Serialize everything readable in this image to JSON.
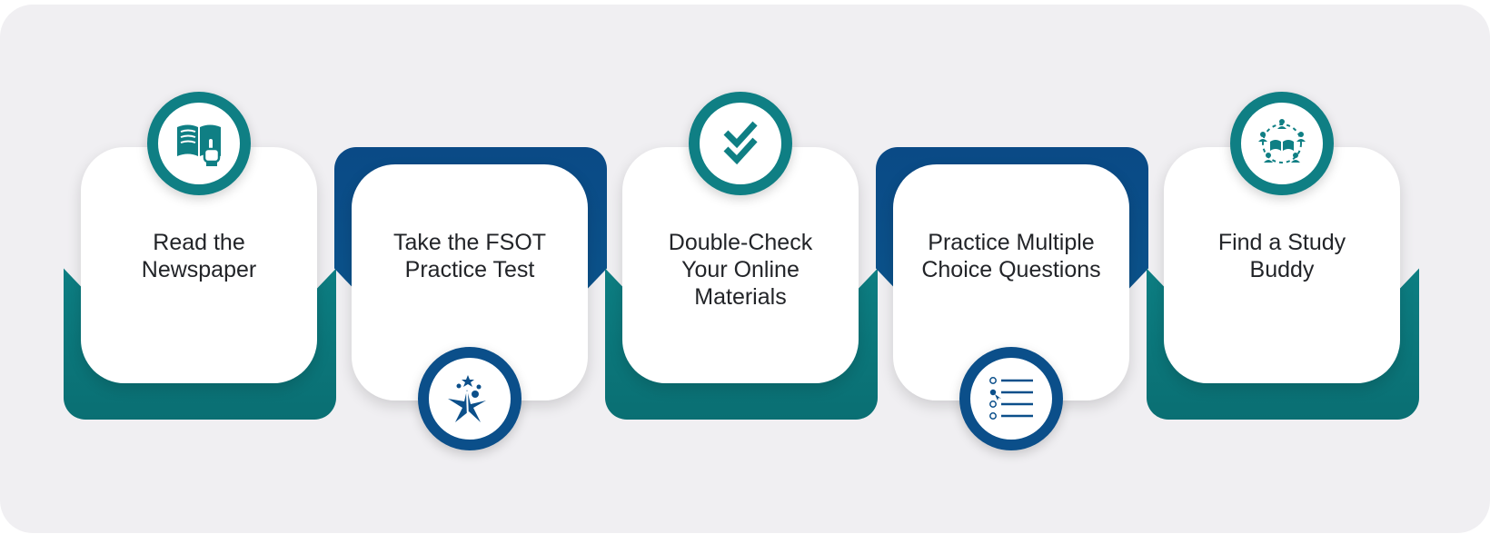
{
  "steps": [
    {
      "label_line1": "Read the",
      "label_line2": "Newspaper",
      "label_line3": "",
      "icon": "open-book-hand-icon",
      "theme": "teal"
    },
    {
      "label_line1": "Take the FSOT",
      "label_line2": "Practice Test",
      "label_line3": "",
      "icon": "star-person-icon",
      "theme": "navy"
    },
    {
      "label_line1": "Double-Check",
      "label_line2": "Your Online",
      "label_line3": "Materials",
      "icon": "double-check-icon",
      "theme": "teal"
    },
    {
      "label_line1": "Practice Multiple",
      "label_line2": "Choice Questions",
      "label_line3": "",
      "icon": "multiple-choice-list-icon",
      "theme": "navy"
    },
    {
      "label_line1": "Find a Study",
      "label_line2": "Buddy",
      "label_line3": "",
      "icon": "study-group-icon",
      "theme": "teal"
    }
  ],
  "colors": {
    "teal": "#0f7f84",
    "navy": "#0b4f8a",
    "background": "#f0eff2",
    "text": "#222428"
  }
}
